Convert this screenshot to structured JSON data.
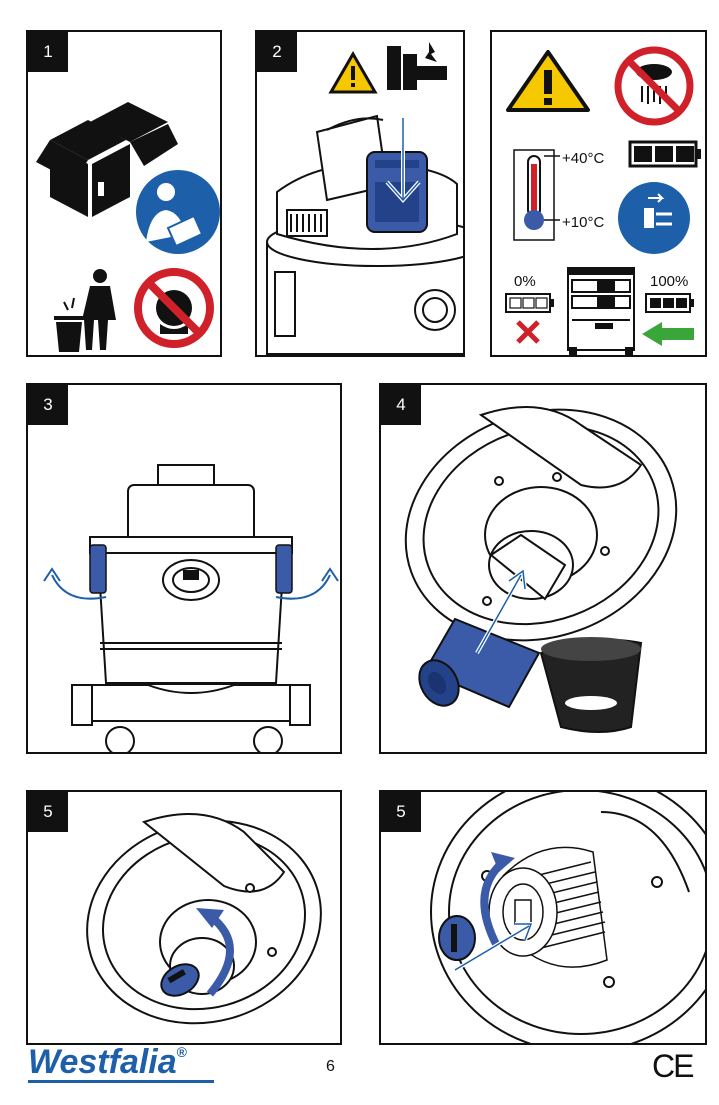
{
  "steps": {
    "p1": "1",
    "p2": "2",
    "p3": "3",
    "p4": "4",
    "p5a": "5",
    "p5b": "5"
  },
  "info_panel": {
    "temp_high": "+40°C",
    "temp_low": "+10°C",
    "charge_empty": "0%",
    "charge_full": "100%"
  },
  "footer": {
    "brand": "Westfalia",
    "registered": "®",
    "page_number": "6",
    "ce_mark": "CE"
  },
  "colors": {
    "blue": "#1d5fa8",
    "device_blue": "#3b5aa8",
    "warning_yellow": "#f5c800",
    "prohibit_red": "#d0202a",
    "green_arrow": "#3aa63a"
  }
}
